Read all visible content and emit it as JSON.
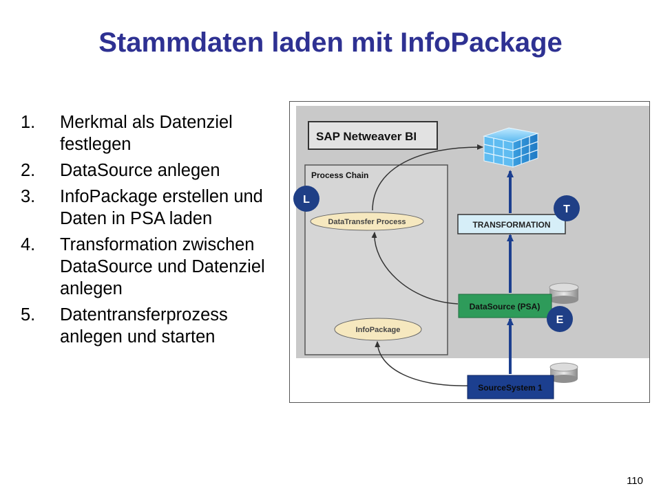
{
  "slide": {
    "title": "Stammdaten laden mit InfoPackage",
    "page_number": "110"
  },
  "steps": [
    {
      "num": "1.",
      "text": "Merkmal als Datenziel festlegen"
    },
    {
      "num": "2.",
      "text": "DataSource anlegen"
    },
    {
      "num": "3.",
      "text": "InfoPackage erstellen und Daten in PSA laden"
    },
    {
      "num": "4.",
      "text": "Transformation zwischen DataSource und Datenziel anlegen"
    },
    {
      "num": "5.",
      "text": "Datentransferprozess anlegen und starten"
    }
  ],
  "diagram": {
    "system_label": "SAP Netweaver BI",
    "process_chain_label": "Process Chain",
    "dtp_label": "DataTransfer Process",
    "infopackage_label": "InfoPackage",
    "transformation_label": "TRANSFORMATION",
    "datasource_label": "DataSource (PSA)",
    "source_system_label": "SourceSystem 1",
    "badge_l": "L",
    "badge_t": "T",
    "badge_e": "E",
    "colors": {
      "title": "#2e3192",
      "badge": "#1f3f86",
      "datasource": "#2e9b5a",
      "source_system": "#1c3f8f",
      "transformation": "#d6eef8",
      "gray_panel": "#c9c9c9",
      "ellipse": "#f6e8bf"
    }
  }
}
